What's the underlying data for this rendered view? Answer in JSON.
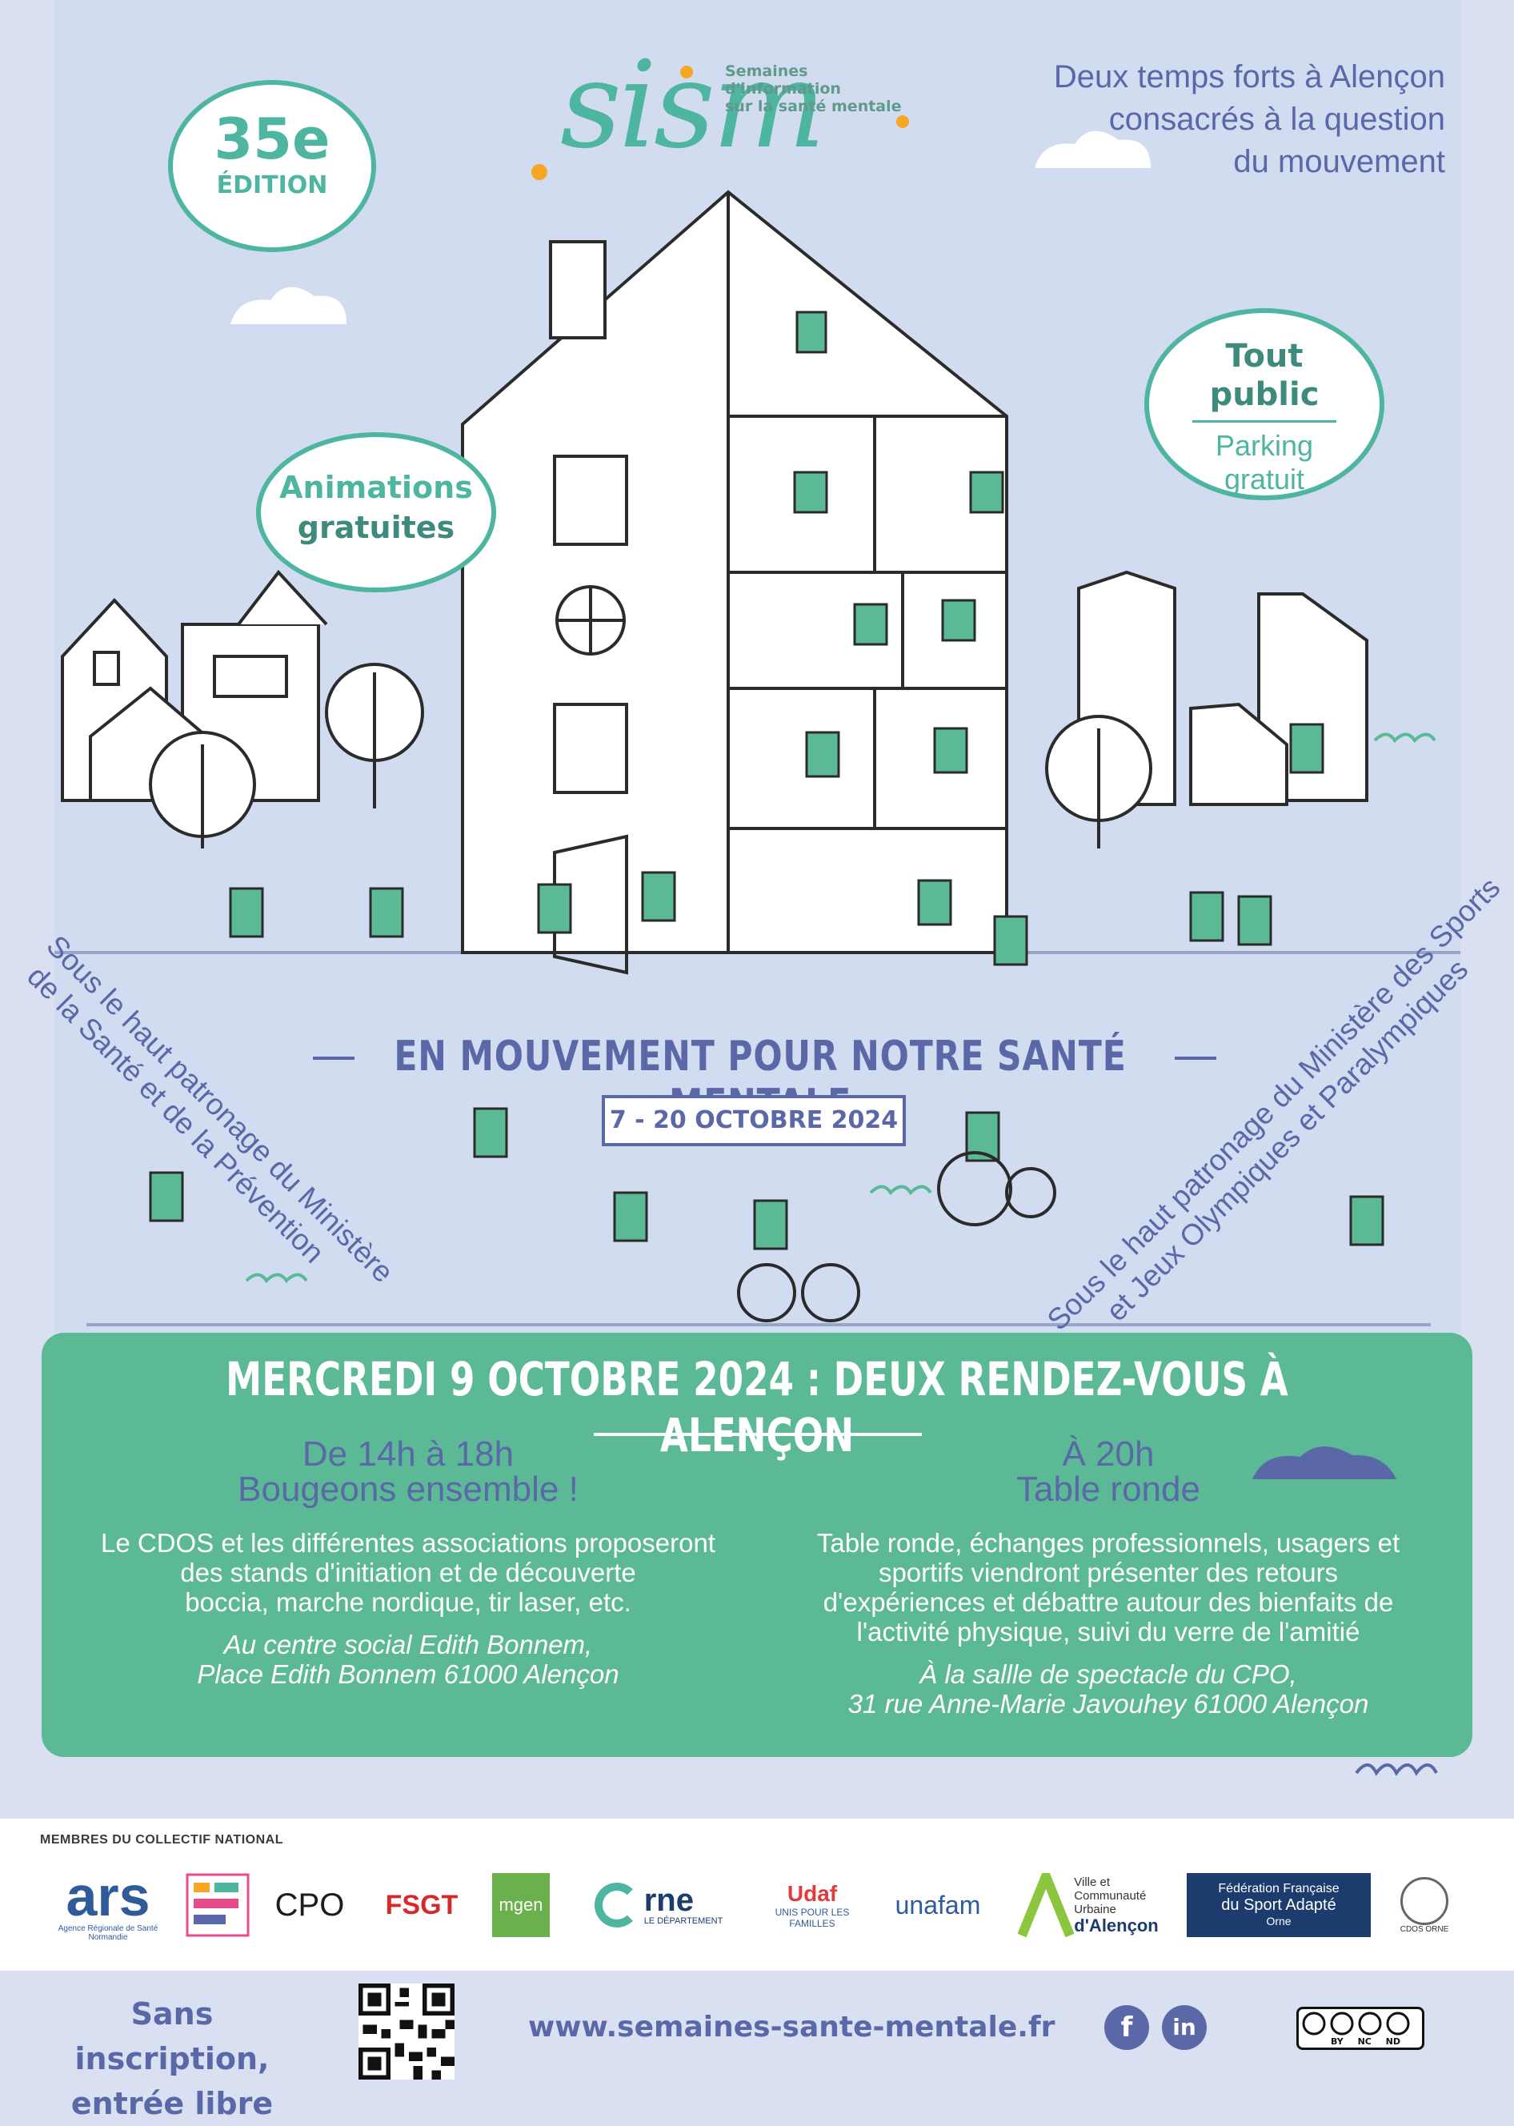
{
  "logo": {
    "word": "sism",
    "subtitle_line1": "Semaines d'information",
    "subtitle_line2": "sur la santé mentale"
  },
  "headline": {
    "line1": "Deux temps forts à Alençon",
    "line2": "consacrés à la question",
    "line3": "du mouvement"
  },
  "badges": {
    "edition_number": "35e",
    "edition_label": "ÉDITION",
    "animations_line1": "Animations",
    "animations_line2": "gratuites",
    "public_line1": "Tout",
    "public_line2": "public",
    "parking_line1": "Parking",
    "parking_line2": "gratuit"
  },
  "theme": {
    "title": "EN MOUVEMENT POUR NOTRE SANTÉ MENTALE",
    "dates": "7 - 20 OCTOBRE 2024"
  },
  "patronage": {
    "left_line1": "Sous le haut patronage du Ministère",
    "left_line2": "de la Santé et de la Prévention",
    "right_line1": "Sous le haut patronage du Ministère des Sports",
    "right_line2": "et Jeux Olympiques et Paralympiques"
  },
  "event": {
    "title": "MERCREDI 9 OCTOBRE 2024 : DEUX RENDEZ-VOUS À ALENÇON",
    "left": {
      "time": "De 14h à 18h",
      "name": "Bougeons ensemble !",
      "body1": "Le CDOS et les différentes associations proposeront",
      "body2": "des stands d'initiation et de découverte",
      "body3": "boccia, marche nordique, tir laser, etc.",
      "place1": "Au centre social Edith Bonnem,",
      "place2": "Place Edith Bonnem 61000 Alençon"
    },
    "right": {
      "time": "À 20h",
      "name": "Table ronde",
      "body1": "Table ronde, échanges professionnels, usagers et",
      "body2": "sportifs viendront présenter des retours",
      "body3": "d'expériences et débattre autour des bienfaits de",
      "body4": "l'activité physique, suivi du verre de l'amitié",
      "place1": "À la sallle de spectacle du CPO,",
      "place2": "31 rue Anne-Marie Javouhey 61000 Alençon"
    }
  },
  "partners": {
    "title": "MEMBRES DU COLLECTIF NATIONAL",
    "ars": "ars",
    "ars_sub": "Agence Régionale de Santé Normandie",
    "cpo": "CPO",
    "fsgt": "FSGT",
    "mgen": "mgen",
    "orne": "rne",
    "orne_sub": "LE DÉPARTEMENT",
    "udaf": "Udaf",
    "udaf_sub": "UNIS POUR LES FAMILLES",
    "unafam": "unafam",
    "alencon_line1": "Ville et",
    "alencon_line2": "Communauté",
    "alencon_line3": "Urbaine",
    "alencon_line4": "d'Alençon",
    "ffsa_line1": "Fédération Française",
    "ffsa_line2": "du Sport Adapté",
    "ffsa_line3": "Orne",
    "cdos": "CDOS ORNE"
  },
  "footer": {
    "left_line1": "Sans inscription,",
    "left_line2": "entrée libre",
    "url": "www.semaines-sante-mentale.fr",
    "facebook": "f",
    "linkedin": "in",
    "license": "BY NC ND"
  },
  "colors": {
    "green": "#5cb995",
    "teal": "#4db5a0",
    "blue": "#5a68a8",
    "sky": "#d2dcf0"
  }
}
